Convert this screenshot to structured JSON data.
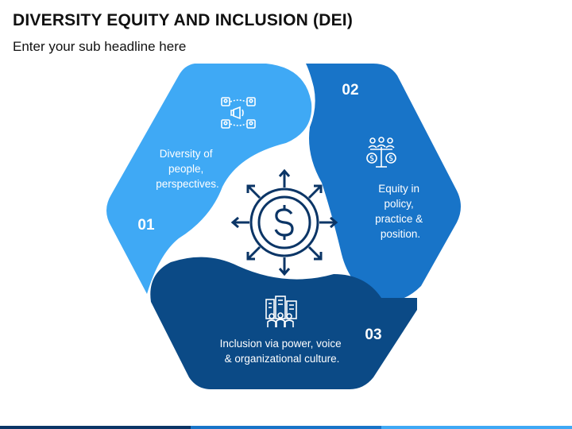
{
  "header": {
    "title": "DIVERSITY EQUITY AND INCLUSION (DEI)",
    "subtitle": "Enter your sub headline here"
  },
  "segments": [
    {
      "number": "01",
      "lines": [
        "Diversity of",
        "people,",
        "perspectives."
      ],
      "icon": "megaphone-people-icon",
      "color": "#3FA9F5"
    },
    {
      "number": "02",
      "lines": [
        "Equity in",
        "policy,",
        "practice &",
        "position."
      ],
      "icon": "scales-people-icon",
      "color": "#1874C8"
    },
    {
      "number": "03",
      "lines": [
        "Inclusion via power, voice",
        "& organizational culture."
      ],
      "icon": "city-people-icon",
      "color": "#0B4A86"
    }
  ],
  "center": {
    "icon": "dollar-arrows-icon",
    "color": "#0B3566"
  },
  "footer": {
    "colors": [
      "#0B3566",
      "#1874C8",
      "#3FA9F5"
    ]
  }
}
